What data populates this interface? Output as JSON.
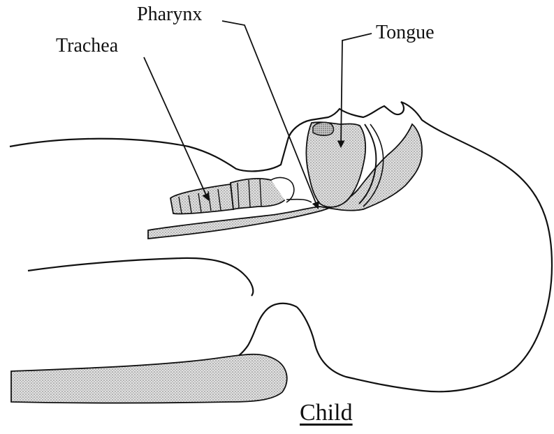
{
  "labels": {
    "pharynx": "Pharynx",
    "trachea": "Trachea",
    "tongue": "Tongue"
  },
  "caption": "Child",
  "colors": {
    "ink": "#111111",
    "stipple": "#9a9a9a",
    "background": "#ffffff"
  }
}
